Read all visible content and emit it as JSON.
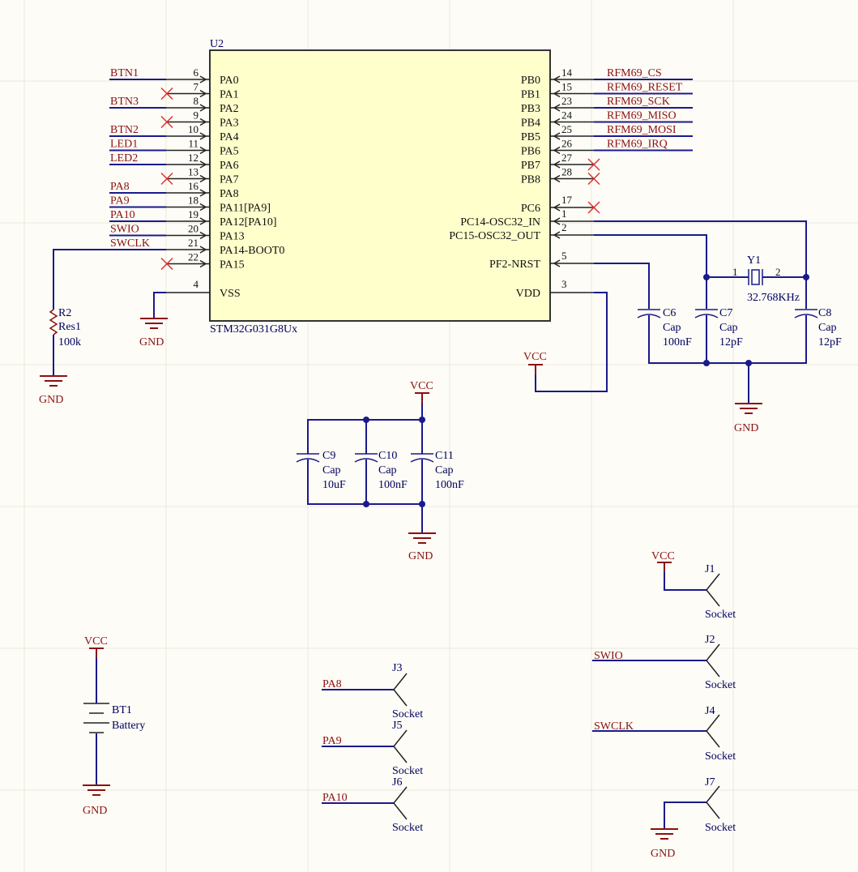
{
  "ic": {
    "ref": "U2",
    "part": "STM32G031G8Ux",
    "body_color": "#ffffcc",
    "left_pins": [
      {
        "num": "6",
        "name": "PA0",
        "net": "BTN1",
        "nc": false
      },
      {
        "num": "7",
        "name": "PA1",
        "net": "",
        "nc": true
      },
      {
        "num": "8",
        "name": "PA2",
        "net": "BTN3",
        "nc": false
      },
      {
        "num": "9",
        "name": "PA3",
        "net": "",
        "nc": true
      },
      {
        "num": "10",
        "name": "PA4",
        "net": "BTN2",
        "nc": false
      },
      {
        "num": "11",
        "name": "PA5",
        "net": "LED1",
        "nc": false
      },
      {
        "num": "12",
        "name": "PA6",
        "net": "LED2",
        "nc": false
      },
      {
        "num": "13",
        "name": "PA7",
        "net": "",
        "nc": true
      },
      {
        "num": "16",
        "name": "PA8",
        "net": "PA8",
        "nc": false
      },
      {
        "num": "18",
        "name": "PA11[PA9]",
        "net": "PA9",
        "nc": false
      },
      {
        "num": "19",
        "name": "PA12[PA10]",
        "net": "PA10",
        "nc": false
      },
      {
        "num": "20",
        "name": "PA13",
        "net": "SWIO",
        "nc": false
      },
      {
        "num": "21",
        "name": "PA14-BOOT0",
        "net": "SWCLK",
        "nc": false
      },
      {
        "num": "22",
        "name": "PA15",
        "net": "",
        "nc": true
      }
    ],
    "vss": {
      "num": "4",
      "name": "VSS"
    },
    "right_pins": [
      {
        "num": "14",
        "name": "PB0",
        "net": "RFM69_CS",
        "nc": false
      },
      {
        "num": "15",
        "name": "PB1",
        "net": "RFM69_RESET",
        "nc": false
      },
      {
        "num": "23",
        "name": "PB3",
        "net": "RFM69_SCK",
        "nc": false
      },
      {
        "num": "24",
        "name": "PB4",
        "net": "RFM69_MISO",
        "nc": false
      },
      {
        "num": "25",
        "name": "PB5",
        "net": "RFM69_MOSI",
        "nc": false
      },
      {
        "num": "26",
        "name": "PB6",
        "net": "RFM69_IRQ",
        "nc": false
      },
      {
        "num": "27",
        "name": "PB7",
        "net": "",
        "nc": true
      },
      {
        "num": "28",
        "name": "PB8",
        "net": "",
        "nc": true
      }
    ],
    "right_pins2": [
      {
        "num": "17",
        "name": "PC6"
      },
      {
        "num": "1",
        "name": "PC14-OSC32_IN"
      },
      {
        "num": "2",
        "name": "PC15-OSC32_OUT"
      },
      {
        "num": "5",
        "name": "PF2-NRST"
      },
      {
        "num": "3",
        "name": "VDD"
      }
    ]
  },
  "r2": {
    "ref": "R2",
    "type": "Res1",
    "value": "100k"
  },
  "y1": {
    "ref": "Y1",
    "pin1": "1",
    "pin2": "2",
    "value": "32.768KHz"
  },
  "caps": {
    "c6": {
      "ref": "C6",
      "type": "Cap",
      "value": "100nF"
    },
    "c7": {
      "ref": "C7",
      "type": "Cap",
      "value": "12pF"
    },
    "c8": {
      "ref": "C8",
      "type": "Cap",
      "value": "12pF"
    },
    "c9": {
      "ref": "C9",
      "type": "Cap",
      "value": "10uF"
    },
    "c10": {
      "ref": "C10",
      "type": "Cap",
      "value": "100nF"
    },
    "c11": {
      "ref": "C11",
      "type": "Cap",
      "value": "100nF"
    }
  },
  "bt1": {
    "ref": "BT1",
    "type": "Battery"
  },
  "power": {
    "vcc": "VCC",
    "gnd": "GND"
  },
  "sockets": [
    {
      "ref": "J1",
      "type": "Socket",
      "net": "VCC"
    },
    {
      "ref": "J2",
      "type": "Socket",
      "net": "SWIO"
    },
    {
      "ref": "J3",
      "type": "Socket",
      "net": "PA8"
    },
    {
      "ref": "J4",
      "type": "Socket",
      "net": "SWCLK"
    },
    {
      "ref": "J5",
      "type": "Socket",
      "net": "PA9"
    },
    {
      "ref": "J6",
      "type": "Socket",
      "net": "PA10"
    },
    {
      "ref": "J7",
      "type": "Socket",
      "net": "GND"
    }
  ],
  "colors": {
    "wire": "#1a1a8c",
    "net": "#8b1010",
    "power": "#8b1010",
    "nc": "#e03030",
    "component": "#000060"
  }
}
